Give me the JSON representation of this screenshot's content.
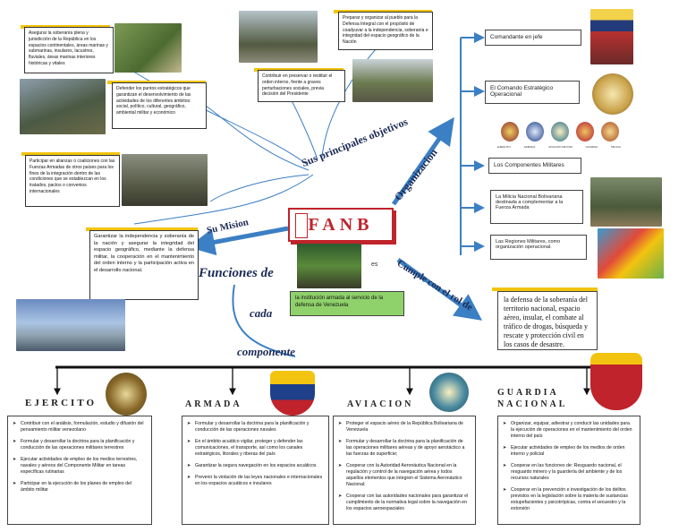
{
  "center": {
    "title": "FANB",
    "es": "es",
    "definition": "la institución armada al servicio de la defensa de Venezuela"
  },
  "labels": {
    "objetivos": "Sus principales objetivos",
    "organizacion": "Organizacion",
    "mision": "Su Mision",
    "funciones_1": "Funciones de",
    "funciones_2": "cada",
    "componente": "componente",
    "rol": "Cumple con el rol de"
  },
  "objectives": [
    "Asegurar la soberanía plena y jurisdicción de la República en los espacios continentales, áreas marinas y submarinas, insulares, lacustres, fluviales, áreas marinas interiores históricas y vitales",
    "Defender los puntos estratégicos que garantizan el desenvolvimiento de las actividades de los diferentes ámbitos: social, político, cultural, geográfico, ambiental militar y económico",
    "Participar en alianzas o coaliciones con las Fuerzas Armadas de otros países para los fines de la integración dentro de las condiciones que se establezcan en los tratados, pactos o convenios internacionales",
    "Preparar y organizar al pueblo para la Defensa Integral con el propósito de coadyuvar a la independencia, soberanía e integridad del espacio geográfico de la Nación",
    "Contribuir en preservar o restituir el orden interno, frente a graves perturbaciones sociales, previa decisión del Presidente"
  ],
  "organization": [
    "Comandante en jefe",
    "El Comando Estratégico Operacional",
    "Los Componentes Militares",
    "La Milicia Nacional Bolivariana destinada a complementar a la Fuerza Armada",
    "Las Regiones Militares, como organización operacional."
  ],
  "component_badges": [
    "EJERCITO",
    "ARMADA",
    "AVIACION MILITAR",
    "GUARDIA",
    "MILICIA"
  ],
  "mission": "Garantizar la independencia y soberanía de la nación y asegurar la integridad del espacio geográfico, mediante la defensa militar, la cooperación en el mantenimiento del orden interno y la participación activa en el desarrollo nacional.",
  "rol": "la defensa de la soberanía del territorio nacional, espacio aéreo, insular, el combate al tráfico de drogas, búsqueda y rescate y protección civil en los casos de desastre.",
  "components": [
    {
      "name": "EJERCITO",
      "items": [
        "Contribuir con el análisis, formulación, estudio y difusión del pensamiento militar venezolano",
        "Formular y desarrollar la doctrina para la planificación y conducción de las operaciones militares terrestres",
        "Ejecutar actividades de empleo de los medios terrestres, navales y aéreos del Componente Militar en tareas específicas rutinarias",
        "Participar en la ejecución de los planes de empleo del ámbito militar"
      ]
    },
    {
      "name": "ARMADA",
      "items": [
        "Formular y desarrollar la doctrina para la planificación y conducción de las operaciones navales",
        "En el ámbito acuático vigilar, proteger y defender las comunicaciones, el transporte, así como los canales estratégicos, litorales y riberas del país",
        "Garantizar la segura navegación en los espacios acuáticos",
        "Prevenir la violación de las leyes nacionales e internacionales en los espacios acuáticos e insulares"
      ]
    },
    {
      "name": "AVIACION",
      "items": [
        "Proteger el espacio aéreo de la República Bolivariana de Venezuela",
        "Formular y desarrollar la doctrina para la planificación de las operaciones militares aéreas y de apoyo aerotáctico a las fuerzas de superficie;",
        "Cooperar con la Autoridad Aeronáutica Nacional en la regulación y control de la navegación aérea y todos aquellos elementos que integren el Sistema Aeronáutico Nacional;",
        "Cooperar con las autoridades nacionales para garantizar el cumplimiento de la normativa legal sobre la navegación en los espacios aeroespaciales"
      ]
    },
    {
      "name": "GUARDIA NACIONAL",
      "items": [
        "Organizar, equipar, adiestrar y conducir las unidades para la ejecución de operaciones en el mantenimiento del orden interno del país",
        "Ejecutar actividades de empleo de los medios de orden interno y policial",
        "Cooperar en las funciones de: Resguardo nacional, el resguardo minero y la guardería del ambiente y de los recursos naturales",
        "Cooperar en la prevención e investigación de los delitos previstos en la legislación sobre la materia de sustancias estupefacientes y psicotrópicas, contra el secuestro y la extorsión"
      ]
    }
  ],
  "colors": {
    "accent_yellow": "#f2c40f",
    "arrow_blue": "#3b7fc4",
    "fanb_red": "#c0232b",
    "definition_green": "#8fd16a",
    "label_navy": "#1c2a55"
  }
}
